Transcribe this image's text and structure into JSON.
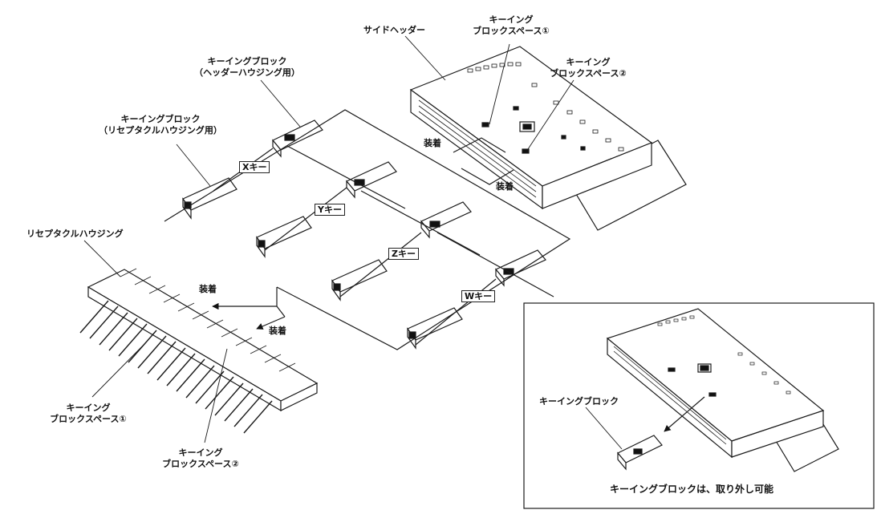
{
  "labels": {
    "side_header": "サイドヘッダー",
    "keying_space_1_top": "キーイング",
    "keying_space_1_bottom": "ブロックスペース①",
    "keying_space_2_top": "キーイング",
    "keying_space_2_bottom": "ブロックスペース②",
    "kb_header_line1": "キーイングブロック",
    "kb_header_line2": "（ヘッダーハウジング用）",
    "kb_receptacle_line1": "キーイングブロック",
    "kb_receptacle_line2": "（リセプタクルハウジング用）",
    "receptacle_housing": "リセプタクルハウジング",
    "mount": "装着",
    "rec_space_1_top": "キーイング",
    "rec_space_1_bottom": "ブロックスペース①",
    "rec_space_2_top": "キーイング",
    "rec_space_2_bottom": "ブロックスペース②"
  },
  "keys": {
    "x": "Xキー",
    "y": "Yキー",
    "z": "Zキー",
    "w": "Wキー"
  },
  "inset": {
    "block_label": "キーイングブロック",
    "caption": "キーイングブロックは、取り外し可能"
  }
}
